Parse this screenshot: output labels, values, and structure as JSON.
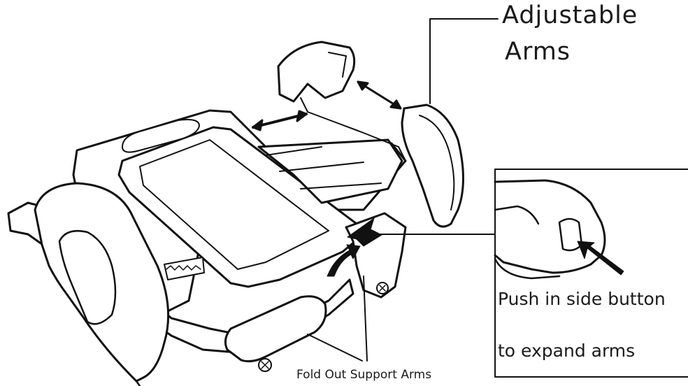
{
  "labels": {
    "adjustable_arms_line1": "Adjustable",
    "adjustable_arms_line2": "Arms",
    "push_line1": "Push in side button",
    "push_line2": "to expand arms",
    "fold_out": "Fold Out Support Arms"
  },
  "colors": {
    "line": "#111111",
    "fill": "#ffffff",
    "shade": "#e6e6e6"
  }
}
